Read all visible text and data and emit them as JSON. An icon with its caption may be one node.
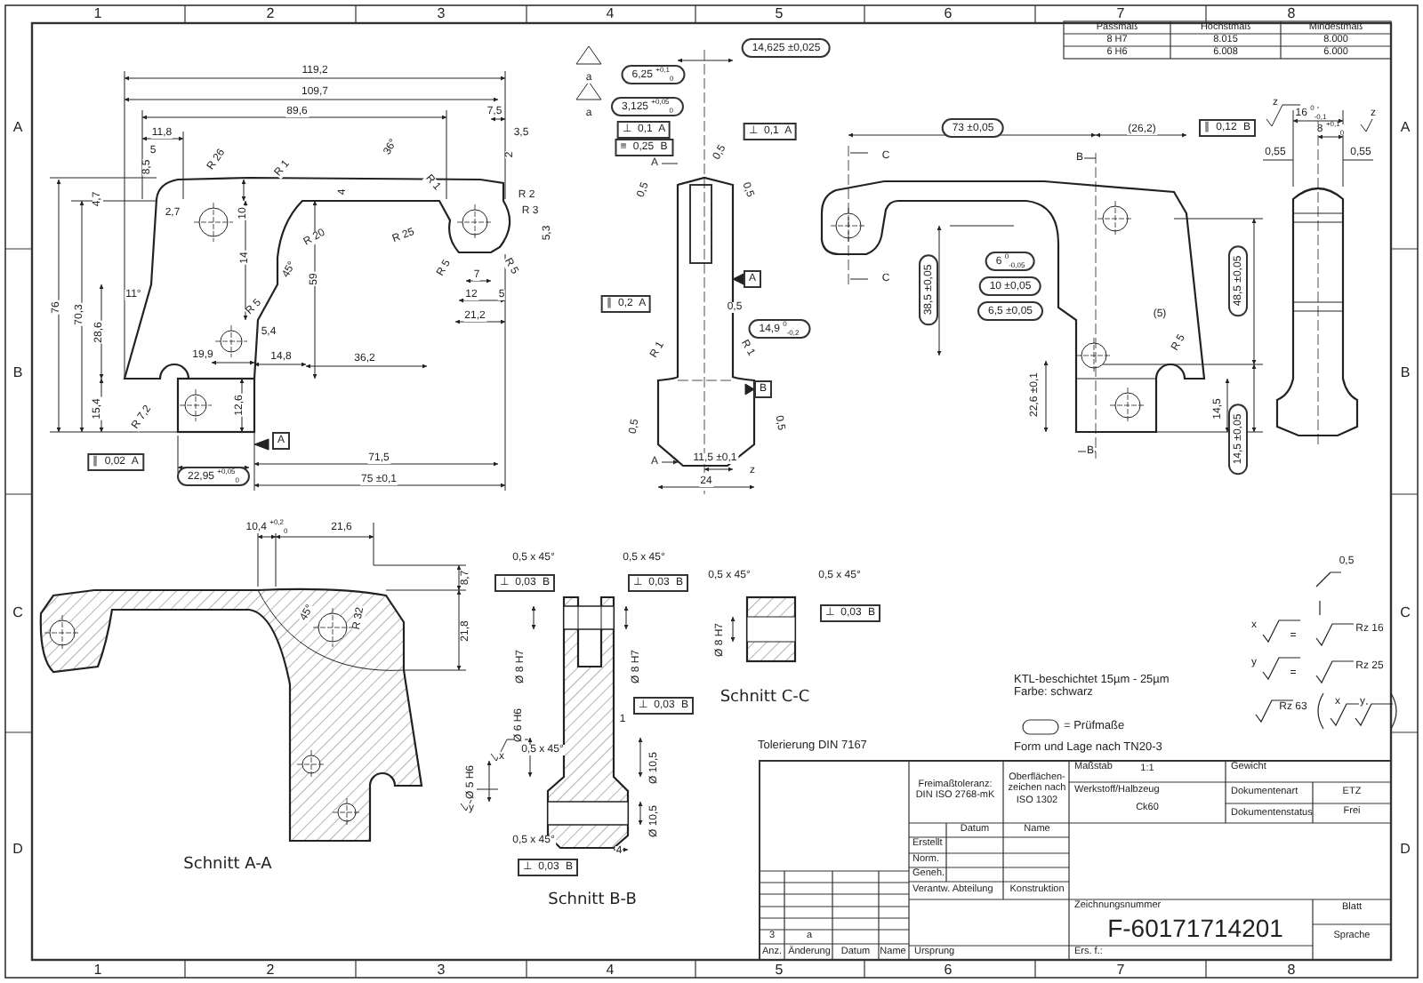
{
  "diagram": {
    "labels": [
      "1",
      "2",
      "3",
      "4",
      "5",
      "6",
      "7",
      "8",
      "1",
      "2",
      "3",
      "4",
      "5",
      "6",
      "7",
      "8",
      "A",
      "B",
      "C",
      "D",
      "A",
      "B",
      "C",
      "D",
      "Passmaß",
      "Höchstmaß",
      "Mindestmaß",
      "8 H7",
      "8.015",
      "8.000",
      "6 H6",
      "6.008",
      "6.000",
      "119,2",
      "109,7",
      "89,6",
      "11,8",
      "5",
      "8,5",
      "R 26",
      "36°",
      "7,5",
      "3,5",
      "2",
      "R 1",
      "4",
      "R 1",
      "R 2",
      "R 3",
      "5,3",
      "4,7",
      "2,7",
      "10",
      "R 20",
      "R 25",
      "14",
      "45°",
      "59",
      "R 5",
      "7",
      "R 5",
      "11°",
      "12",
      "5",
      "R 5",
      "21,2",
      "76",
      "70,3",
      "28,6",
      "5,4",
      "19,9",
      "14,8",
      "36,2",
      "15,4",
      "12,6",
      "R 7,2",
      "A",
      "∥ 0,02 A",
      "22,95 $^{+0,05}$$_{0}$",
      "71,5",
      "75 ±0,1",
      "a",
      "6,25 $^{+0,1}$$_{0}$",
      "a",
      "3,125 $^{+0,05}$$_{0}$",
      "⊥ 0,1 A",
      "≡ 0,25 B",
      "14,625 ±0,025",
      "⊥ 0,1 A",
      "A",
      "0,5",
      "0,5",
      "0,5",
      "A",
      "∥ 0,2 A",
      "0,5",
      "14,9 $^{0}$$_{-0,2}$",
      "R 1",
      "R 1",
      "B",
      "0,5",
      "0,5",
      "A",
      "11,5 ±0,1",
      "24",
      "z",
      "73 ±0,05",
      "(26,2)",
      "C",
      "B",
      "C",
      "6 $^{0}$$_{-0,05}$",
      "10 ±0,05",
      "38,5 ±0,05",
      "48,5 ±0,05",
      "6,5 ±0,05",
      "(5)",
      "R 5",
      "22,6 ±0,1",
      "14,5",
      "14,5 ±0,05",
      "B",
      "∥ 0,12 B",
      "z",
      "16 $^{0}$$_{-0,1}$",
      "8 $^{+0,1}$$_{0}$",
      "z",
      "0,55",
      "0,55",
      "10,4 $^{+0,2}$$_{0}$",
      "21,6",
      "8,7",
      "45°",
      "R 32",
      "21,8",
      "Schnitt A-A",
      "0,5 x 45°",
      "0,5 x 45°",
      "⊥ 0,03 B",
      "⊥ 0,03 B",
      "Ø 8 H7",
      "Ø 8 H7",
      "⊥ 0,03 B",
      "1",
      "Ø 6 H6",
      "0,5 x 45°",
      "x",
      "Ø 10,5",
      "Ø 5 H6",
      "y",
      "Ø 10,5",
      "0,5 x 45°",
      "4",
      "⊥ 0,03 B",
      "Schnitt B-B",
      "0,5 x 45°",
      "0,5 x 45°",
      "⊥ 0,03 B",
      "Ø 8 H7",
      "Schnitt C-C",
      "0,5",
      "x",
      "=",
      "Rz 16",
      "y",
      "=",
      "Rz 25",
      "Rz 63",
      "x",
      "y",
      "KTL-beschichtet 15µm - 25µm",
      "Farbe: schwarz",
      "= Prüfmaße",
      "Tolerierung DIN 7167",
      "Form und Lage nach TN20-3",
      "Freimaßtoleranz: DIN ISO 2768-mK",
      "Oberflächen- zeichen nach ISO 1302",
      "Maßstab",
      "1:1",
      "Gewicht",
      "Werkstoff/Halbzeug",
      "Ck60",
      "Dokumentenart",
      "ETZ",
      "Dokumentenstatus",
      "Frei",
      "Datum",
      "Name",
      "Erstellt",
      "Norm.",
      "Geneh.",
      "Verantw. Abteilung",
      "Konstruktion",
      "Zeichnungsnummer",
      "Blatt",
      "3",
      "a",
      "F-60171714201",
      "Sprache",
      "Anz.",
      "Änderung",
      "Datum",
      "Name",
      "Ursprung",
      "Ers. f.:"
    ]
  }
}
